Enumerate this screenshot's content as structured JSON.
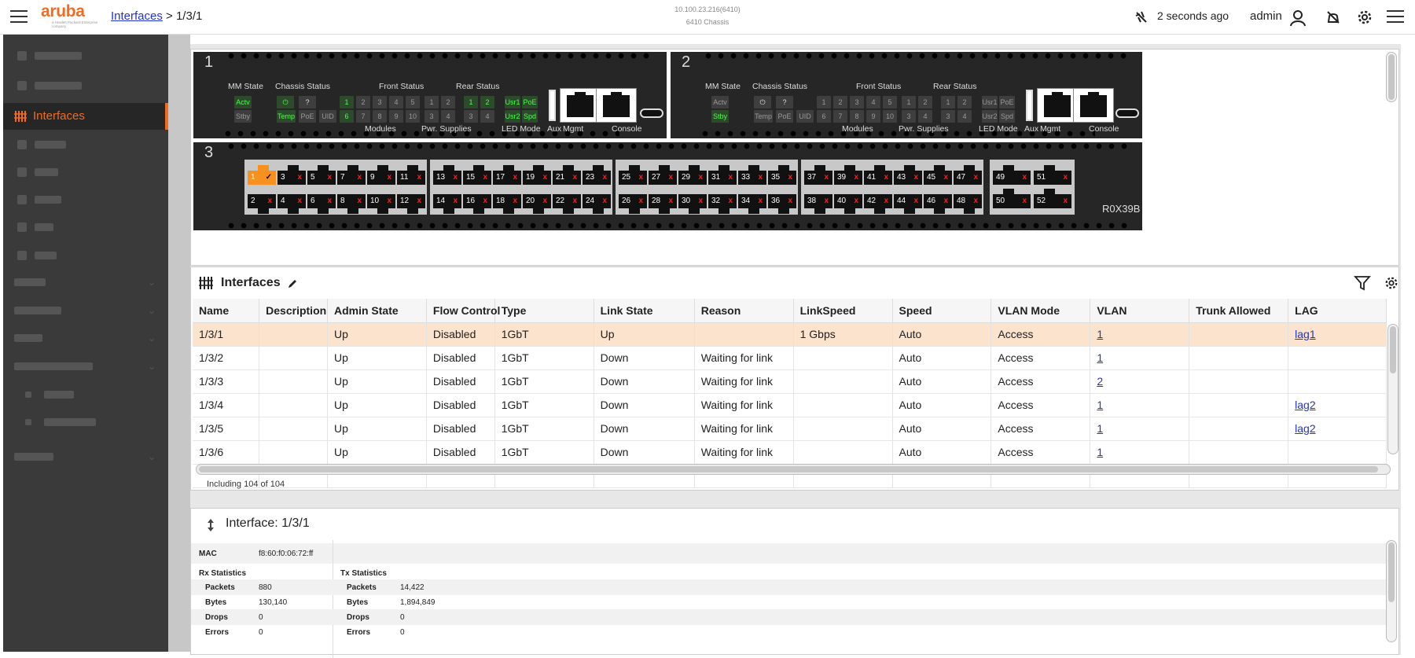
{
  "header": {
    "breadcrumb_link": "Interfaces",
    "breadcrumb_current": " > 1/3/1",
    "ip": "10.100.23.216(6410)",
    "chassis": "6410 Chassis",
    "last_update": "2 seconds ago",
    "user": "admin",
    "logo_word": "aruba",
    "logo_sub": "a Hewlett Packard Enterprise company"
  },
  "sidebar": {
    "active_label": "Interfaces"
  },
  "chassis": {
    "mm1": {
      "num": "1",
      "mm_state": "MM State",
      "chassis_status": "Chassis Status",
      "front_status": "Front Status",
      "rear_status": "Rear Status",
      "actv": "Actv",
      "stby": "Stby",
      "temp": "Temp",
      "poe": "PoE",
      "uid": "UID",
      "usr1": "Usr1",
      "usr2": "Usr2",
      "spd": "Spd",
      "modules": "Modules",
      "pwr": "Pwr. Supplies",
      "led_mode": "LED Mode",
      "aux": "Aux",
      "mgmt": "Mgmt",
      "console": "Console"
    },
    "mm2": {
      "num": "2",
      "mm_state": "MM State",
      "chassis_status": "Chassis Status",
      "front_status": "Front Status",
      "rear_status": "Rear Status",
      "actv": "Actv",
      "stby": "Stby",
      "temp": "Temp",
      "poe": "PoE",
      "uid": "UID",
      "usr1": "Usr1",
      "usr2": "Usr2",
      "spd": "Spd",
      "modules": "Modules",
      "pwr": "Pwr. Supplies",
      "led_mode": "LED Mode",
      "aux": "Aux",
      "mgmt": "Mgmt",
      "console": "Console"
    },
    "front_modules": [
      "1",
      "2",
      "3",
      "4",
      "5",
      "6",
      "7",
      "8",
      "9",
      "10"
    ],
    "rear_modules": [
      "1",
      "2",
      "3",
      "4"
    ],
    "line_card": {
      "num": "3",
      "model": "R0X39B",
      "selected_port": "1",
      "selected_mark": "✓",
      "down_mark": "x",
      "sfp_ports": [
        "49",
        "51",
        "50",
        "52"
      ]
    }
  },
  "interfaces": {
    "title": "Interfaces",
    "columns": [
      "Name",
      "Description",
      "Admin State",
      "Flow Control",
      "Type",
      "Link State",
      "Reason",
      "LinkSpeed",
      "Speed",
      "VLAN Mode",
      "VLAN",
      "Trunk Allowed",
      "LAG"
    ],
    "rows": [
      [
        "1/3/1",
        "",
        "Up",
        "Disabled",
        "1GbT",
        "Up",
        "",
        "1 Gbps",
        "Auto",
        "Access",
        "1",
        "",
        "lag1"
      ],
      [
        "1/3/2",
        "",
        "Up",
        "Disabled",
        "1GbT",
        "Down",
        "Waiting for link",
        "",
        "Auto",
        "Access",
        "1",
        "",
        ""
      ],
      [
        "1/3/3",
        "",
        "Up",
        "Disabled",
        "1GbT",
        "Down",
        "Waiting for link",
        "",
        "Auto",
        "Access",
        "2",
        "",
        ""
      ],
      [
        "1/3/4",
        "",
        "Up",
        "Disabled",
        "1GbT",
        "Down",
        "Waiting for link",
        "",
        "Auto",
        "Access",
        "1",
        "",
        "lag2"
      ],
      [
        "1/3/5",
        "",
        "Up",
        "Disabled",
        "1GbT",
        "Down",
        "Waiting for link",
        "",
        "Auto",
        "Access",
        "1",
        "",
        "lag2"
      ],
      [
        "1/3/6",
        "",
        "Up",
        "Disabled",
        "1GbT",
        "Down",
        "Waiting for link",
        "",
        "Auto",
        "Access",
        "1",
        "",
        ""
      ]
    ],
    "count": "Including 104 of 104"
  },
  "detail": {
    "title": "Interface: 1/3/1",
    "mac_label": "MAC",
    "mac": "f8:60:f0:06:72:ff",
    "rx_title": "Rx Statistics",
    "tx_title": "Tx Statistics",
    "rx": [
      {
        "k": "Packets",
        "v": "880"
      },
      {
        "k": "Bytes",
        "v": "130,140"
      },
      {
        "k": "Drops",
        "v": "0"
      },
      {
        "k": "Errors",
        "v": "0"
      }
    ],
    "tx": [
      {
        "k": "Packets",
        "v": "14,422"
      },
      {
        "k": "Bytes",
        "v": "1,894,849"
      },
      {
        "k": "Drops",
        "v": "0"
      },
      {
        "k": "Errors",
        "v": "0"
      }
    ]
  }
}
